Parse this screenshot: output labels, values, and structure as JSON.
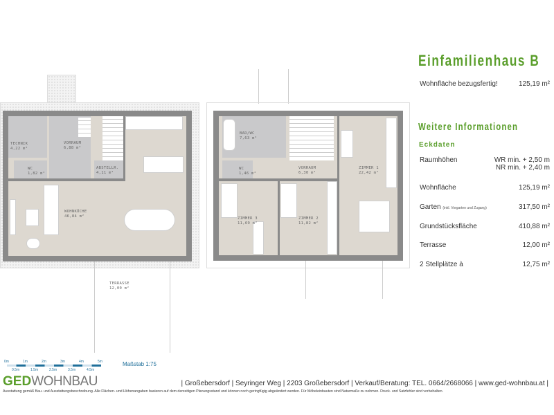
{
  "header": {
    "title": "Einfamilienhaus B",
    "subtitle_label": "Wohnfläche bezugsfertig!",
    "subtitle_value": "125,19 m²"
  },
  "info": {
    "heading": "Weitere Informationen",
    "subheading": "Eckdaten",
    "rows": [
      {
        "label": "Raumhöhen",
        "value": "WR min. + 2,50 m",
        "value2": "NR min. + 2,40 m"
      },
      {
        "label": "Wohnfläche",
        "value": "125,19 m²"
      },
      {
        "label": "Garten",
        "note": "(inkl. Vorgarten und Zugang)",
        "value": "317,50 m²"
      },
      {
        "label": "Grundstücksfläche",
        "value": "410,88 m²"
      },
      {
        "label": "Terrasse",
        "value": "12,00 m²"
      },
      {
        "label": "2 Stellplätze à",
        "value": "12,75 m²"
      }
    ]
  },
  "ground_floor": {
    "rooms": [
      {
        "name": "TECHNIK",
        "area": "4,22 m²"
      },
      {
        "name": "WC",
        "area": "1,82 m²"
      },
      {
        "name": "VORRAUM",
        "area": "6,88 m²"
      },
      {
        "name": "ABSTELLR.",
        "area": "4,11 m²"
      },
      {
        "name": "WOHNKÜCHE",
        "area": "46,84 m²"
      },
      {
        "name": "TERRASSE",
        "area": "12,00 m²"
      }
    ]
  },
  "upper_floor": {
    "rooms": [
      {
        "name": "BAD/WC",
        "area": "7,63 m²"
      },
      {
        "name": "WC",
        "area": "1,46 m²"
      },
      {
        "name": "VORRAUM",
        "area": "6,30 m²"
      },
      {
        "name": "ZIMMER 1",
        "area": "22,42 m²"
      },
      {
        "name": "ZIMMER 3",
        "area": "11,69 m²"
      },
      {
        "name": "ZIMMER 2",
        "area": "11,82 m²"
      }
    ]
  },
  "scale": {
    "top_ticks": [
      "0m",
      "1m",
      "2m",
      "3m",
      "4m",
      "5m"
    ],
    "bottom_ticks": [
      "0.5m",
      "1.5m",
      "2.5m",
      "3.5m",
      "4.5m"
    ],
    "label": "Maßstab 1:75"
  },
  "footer": {
    "logo_ged": "GED",
    "logo_wohnbau": "WOHNBAU",
    "contact": "| Großebersdorf | Seyringer Weg | 2203 Großebersdorf | Verkauf/Beratung: TEL. 0664/2668066 | www.ged-wohnbau.at |",
    "disclaimer": "Ausstattung gemäß Bau- und Ausstattungsbeschreibung. Alle Flächen- und Höhenangaben basieren auf dem derzeitigen Planungsstand und können noch geringfügig abgeändert werden. Für Möbeleinbauten sind Naturmaße zu nehmen. Druck- und Satzfehler sind vorbehalten."
  },
  "colors": {
    "accent": "#5a9e2b",
    "wall": "#8a8a8a",
    "floor": "#ddd8d0",
    "wet": "#c9c9cb",
    "scale": "#1f6f9a"
  }
}
